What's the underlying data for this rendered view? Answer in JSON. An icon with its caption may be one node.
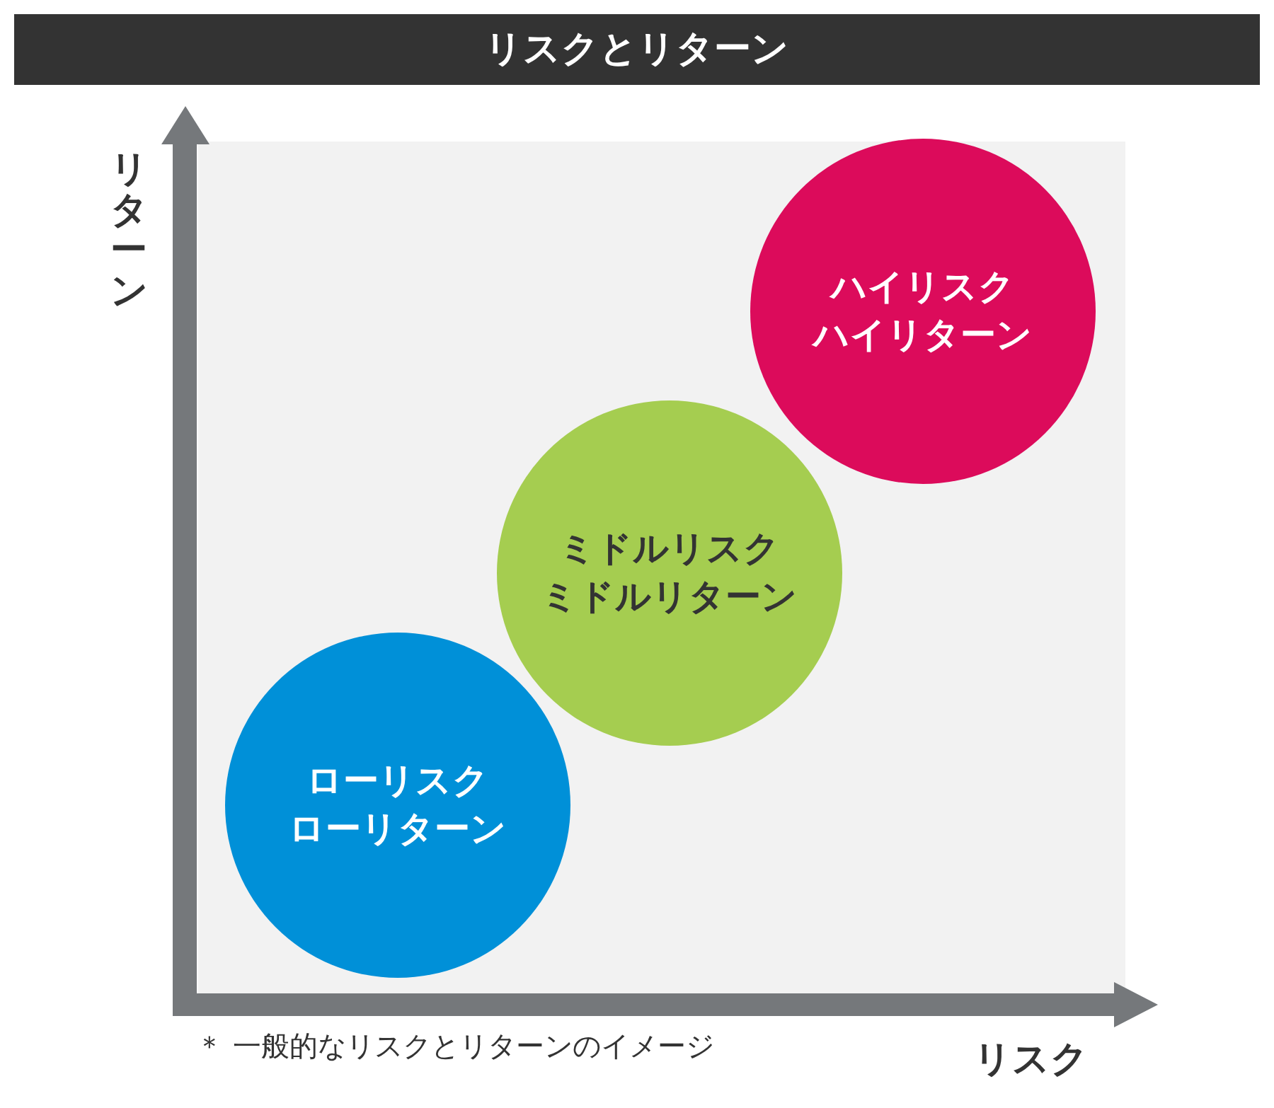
{
  "diagram": {
    "title": "リスクとリターン",
    "nodes": [
      {
        "text": [
          "ハイリスク",
          "ハイリターン"
        ]
      },
      {
        "text": [
          "ミドルリスク",
          "ミドルリターン"
        ]
      },
      {
        "text": [
          "ローリスク",
          "ローリターン"
        ]
      }
    ],
    "labels": [
      "リターン",
      "＊ 一般的なリスクとリターンのイメージ",
      "リスク"
    ]
  }
}
